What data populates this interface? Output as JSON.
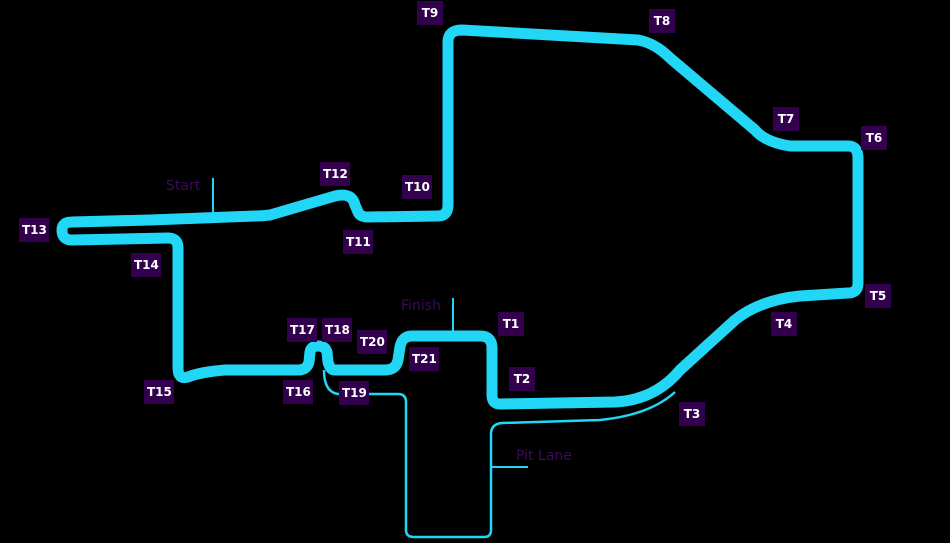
{
  "colors": {
    "background": "#000000",
    "track": "#22d6f5",
    "pit_lane": "#22d6f5",
    "marker_bg": "#33004d",
    "marker_text": "#ffffff",
    "callout_text": "#3d0a5c"
  },
  "labels": {
    "start": "Start",
    "finish": "Finish",
    "pit_lane": "Pit Lane"
  },
  "turns": {
    "t1": "T1",
    "t2": "T2",
    "t3": "T3",
    "t4": "T4",
    "t5": "T5",
    "t6": "T6",
    "t7": "T7",
    "t8": "T8",
    "t9": "T9",
    "t10": "T10",
    "t11": "T11",
    "t12": "T12",
    "t13": "T13",
    "t14": "T14",
    "t15": "T15",
    "t16": "T16",
    "t17": "T17",
    "t18": "T18",
    "t19": "T19",
    "t20": "T20",
    "t21": "T21"
  }
}
